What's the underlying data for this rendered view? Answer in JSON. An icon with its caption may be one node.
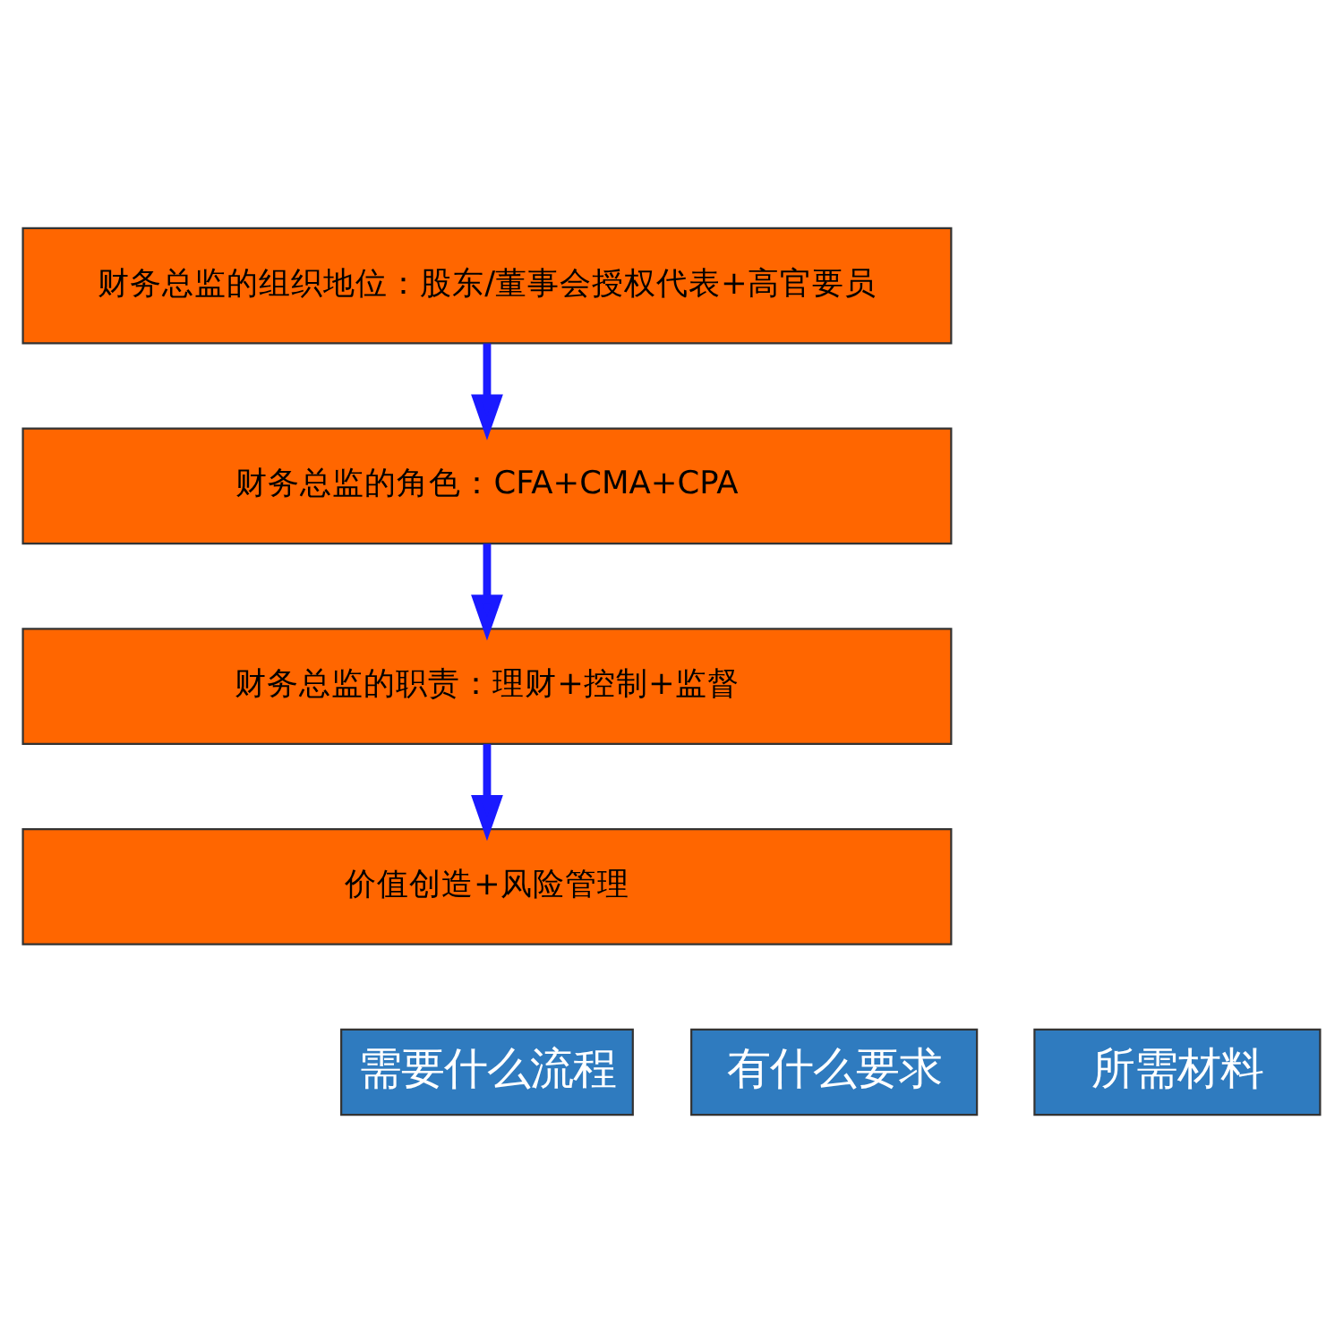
{
  "diagram": {
    "nodes": [
      {
        "text": [
          "财务总监的组织地位：股东/董事会授权代表+高官要员"
        ]
      },
      {
        "text": [
          "财务总监的角色：CFA+CMA+CPA"
        ]
      },
      {
        "text": [
          "财务总监的职责：理财+控制+监督"
        ]
      },
      {
        "text": [
          "价值创造+风险管理"
        ]
      }
    ],
    "edges": [
      {
        "from": 0,
        "to": 1,
        "arrow": "to"
      },
      {
        "from": 1,
        "to": 2,
        "arrow": "to"
      },
      {
        "from": 2,
        "to": 3,
        "arrow": "to"
      }
    ],
    "labels": [
      "需要什么流程",
      "有什么要求",
      "所需材料"
    ]
  }
}
